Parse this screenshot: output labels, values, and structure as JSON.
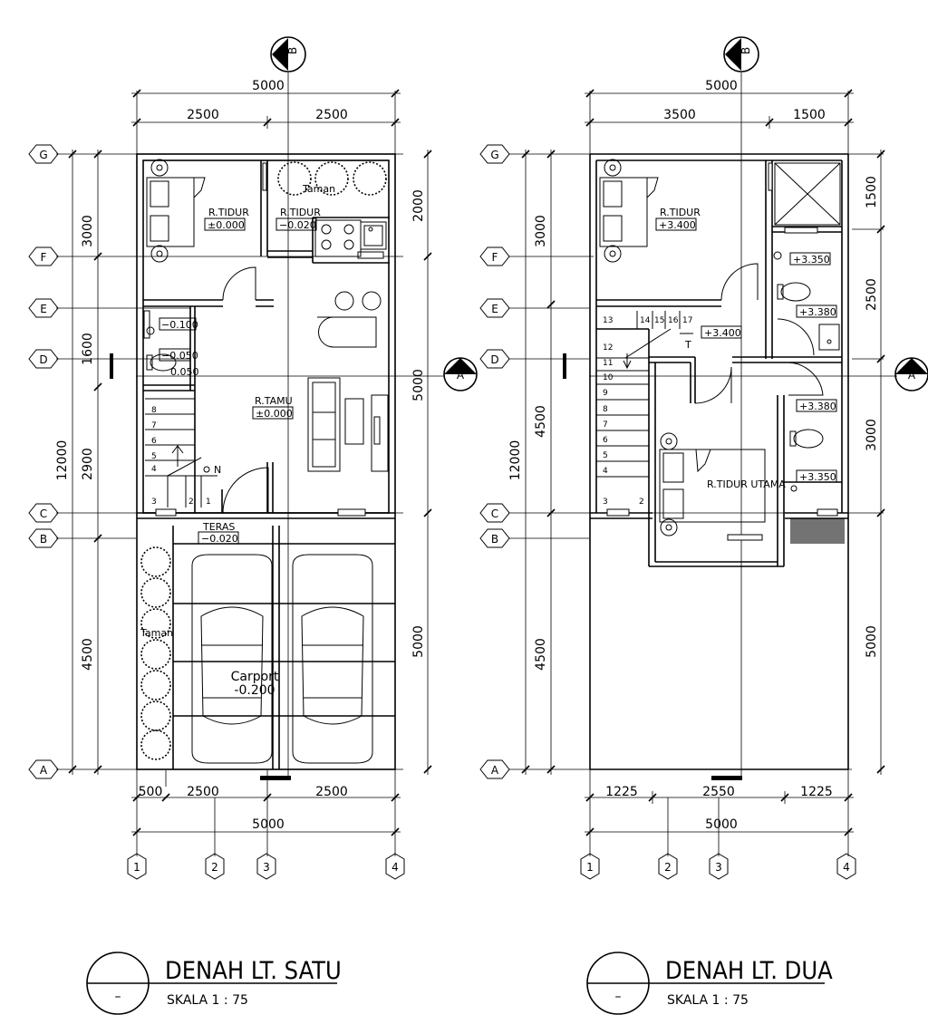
{
  "section_marker": "B",
  "section_cut": "A",
  "grid_rows": [
    "G",
    "F",
    "E",
    "D",
    "C",
    "B",
    "A"
  ],
  "grid_cols": [
    "1",
    "2",
    "3",
    "4"
  ],
  "floor1": {
    "title": "DENAH LT. SATU",
    "scale": "SKALA 1 : 75",
    "symbol": "–",
    "dims": {
      "top_total": "5000",
      "top_a": "2500",
      "top_b": "2500",
      "bot_a": "500",
      "bot_b": "2500",
      "bot_c": "2500",
      "bot_total": "5000",
      "left_1": "3000",
      "left_2": "1600",
      "left_3": "2900",
      "left_4": "4500",
      "left_total": "12000",
      "right_1": "2000",
      "right_2": "5000",
      "right_3": "5000"
    },
    "rooms": {
      "bed1_name": "R.TIDUR",
      "bed1_lvl": "±0.000",
      "bed2_name": "R.TIDUR",
      "bed2_lvl": "−0.020",
      "garden_top": "Taman",
      "bath_lvl1": "−0.100",
      "bath_lvl2": "−0.050",
      "bath_lvl3": "0.050",
      "living_name": "R.TAMU",
      "living_lvl": "±0.000",
      "terrace_name": "TERAS",
      "terrace_lvl": "−0.020",
      "garden_side": "Taman",
      "carport_name": "Carport",
      "carport_lvl": "-0.200",
      "north": "N"
    },
    "stairs": [
      "8",
      "7",
      "6",
      "5",
      "4",
      "3",
      "2",
      "1"
    ]
  },
  "floor2": {
    "title": "DENAH LT. DUA",
    "scale": "SKALA 1 : 75",
    "symbol": "–",
    "dims": {
      "top_total": "5000",
      "top_a": "3500",
      "top_b": "1500",
      "bot_a": "1225",
      "bot_b": "2550",
      "bot_c": "1225",
      "bot_total": "5000",
      "left_1": "3000",
      "left_2": "4500",
      "left_3": "4500",
      "left_total": "12000",
      "right_1": "1500",
      "right_2": "2500",
      "right_3": "3000",
      "right_4": "5000"
    },
    "rooms": {
      "bed1_name": "R.TIDUR",
      "bed1_lvl": "+3.400",
      "hall_lvl": "+3.400",
      "bath_a": "+3.350",
      "bath_b": "+3.380",
      "bath_c": "+3.380",
      "bath_d": "+3.350",
      "master_name": "R.TIDUR  UTAMA",
      "stair_mark": "T"
    },
    "stairs_top": [
      "13",
      "14",
      "15",
      "16",
      "17"
    ],
    "stairs_side": [
      "12",
      "11",
      "10",
      "9",
      "8",
      "7",
      "6",
      "5",
      "4",
      "3",
      "2"
    ]
  }
}
